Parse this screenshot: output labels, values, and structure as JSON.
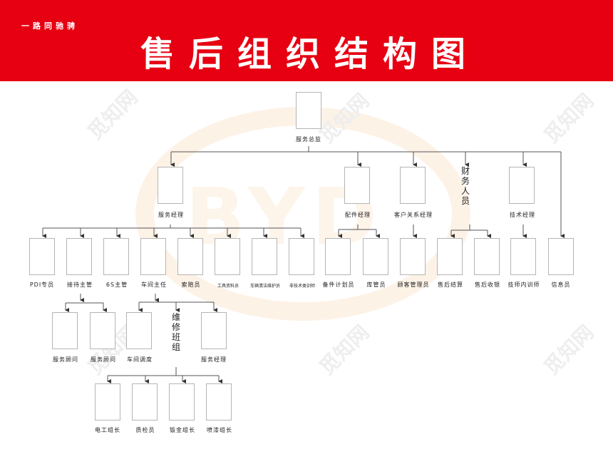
{
  "header": {
    "slogan": "一路同驰骋",
    "title": "售后组织结构图",
    "background_color": "#e60012"
  },
  "watermark": {
    "text": "觅知网",
    "logo": "BYD"
  },
  "chart": {
    "director": {
      "label": "服务总监"
    },
    "level2": [
      {
        "label": "服务经理"
      },
      {
        "label": "配件经理"
      },
      {
        "label": "客户关系经理"
      },
      {
        "label": "财务人员",
        "vertical": true
      },
      {
        "label": "技术经理"
      }
    ],
    "level3": [
      {
        "label": "PDI专员"
      },
      {
        "label": "接待主管"
      },
      {
        "label": "6S主管"
      },
      {
        "label": "车间主任"
      },
      {
        "label": "索赔员"
      },
      {
        "label": "工具资料员"
      },
      {
        "label": "车辆清洁维护员"
      },
      {
        "label": "非技术类训师"
      },
      {
        "label": "备件计划员"
      },
      {
        "label": "库管员"
      },
      {
        "label": "顾客管理员"
      },
      {
        "label": "售后结算"
      },
      {
        "label": "售后收银"
      },
      {
        "label": "技师内训师"
      },
      {
        "label": "信息员"
      }
    ],
    "level4": [
      {
        "label": "服务顾问"
      },
      {
        "label": "服务顾问"
      },
      {
        "label": "车间调度"
      },
      {
        "label": "维修班组",
        "vertical": true
      },
      {
        "label": "服务经理"
      }
    ],
    "level5": [
      {
        "label": "电工组长"
      },
      {
        "label": "质检员"
      },
      {
        "label": "钣金组长"
      },
      {
        "label": "喷漆组长"
      }
    ]
  }
}
